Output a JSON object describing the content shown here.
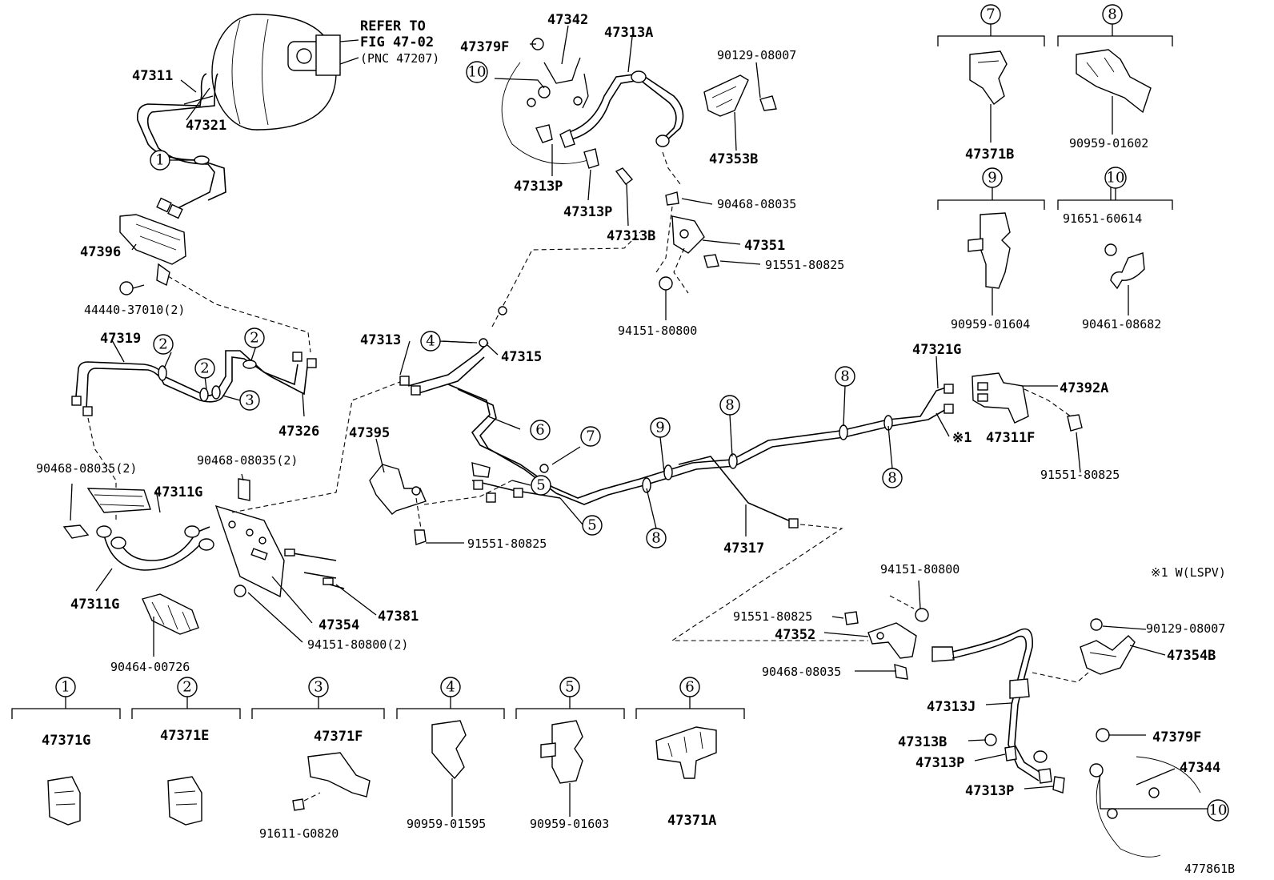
{
  "labels": {
    "refer_to_1": "REFER TO",
    "refer_to_2": "FIG 47-02",
    "refer_to_3": "(PNC 47207)",
    "p47311": "47311",
    "p47321": "47321",
    "p47396": "47396",
    "p44440": "44440-37010(2)",
    "p47319": "47319",
    "p47326": "47326",
    "p90468_2a": "90468-08035(2)",
    "p90468_2b": "90468-08035(2)",
    "p47311g_a": "47311G",
    "p47311g_b": "47311G",
    "p90464": "90464-00726",
    "p47354": "47354",
    "p47381": "47381",
    "p94151_2": "94151-80800(2)",
    "p47379f_top": "47379F",
    "p47342": "47342",
    "p47313a": "47313A",
    "p90129_top": "90129-08007",
    "p47353b": "47353B",
    "p47313p_a": "47313P",
    "p47313p_b": "47313P",
    "p47313b_top": "47313B",
    "p90468_top": "90468-08035",
    "p47351": "47351",
    "p91551_top": "91551-80825",
    "p94151_top": "94151-80800",
    "p47313": "47313",
    "p47315": "47315",
    "p47395": "47395",
    "p91551_mid": "91551-80825",
    "p47317": "47317",
    "p47321g": "47321G",
    "p47392a": "47392A",
    "p47311f": "47311F",
    "note_mark": "※1",
    "p91551_right": "91551-80825",
    "p47371b": "47371B",
    "p90959_01602": "90959-01602",
    "p91651": "91651-60614",
    "p90959_01604": "90959-01604",
    "p90461": "90461-08682",
    "note_lspv": "※1 W(LSPV)",
    "p94151_br": "94151-80800",
    "p91551_br": "91551-80825",
    "p47352": "47352",
    "p90468_br": "90468-08035",
    "p90129_br": "90129-08007",
    "p47354b": "47354B",
    "p47313j": "47313J",
    "p47313b_br": "47313B",
    "p47313p_br1": "47313P",
    "p47313p_br2": "47313P",
    "p47379f_br": "47379F",
    "p47344": "47344",
    "p47371g": "47371G",
    "p47371e": "47371E",
    "p47371f": "47371F",
    "p91611": "91611-G0820",
    "p90959_01595": "90959-01595",
    "p90959_01603": "90959-01603",
    "p47371a": "47371A",
    "drawing_id": "477861B"
  },
  "callouts": {
    "c1": "1",
    "c2": "2",
    "c3": "3",
    "c4": "4",
    "c5": "5",
    "c6": "6",
    "c7": "7",
    "c8": "8",
    "c9": "9",
    "c10": "10"
  }
}
